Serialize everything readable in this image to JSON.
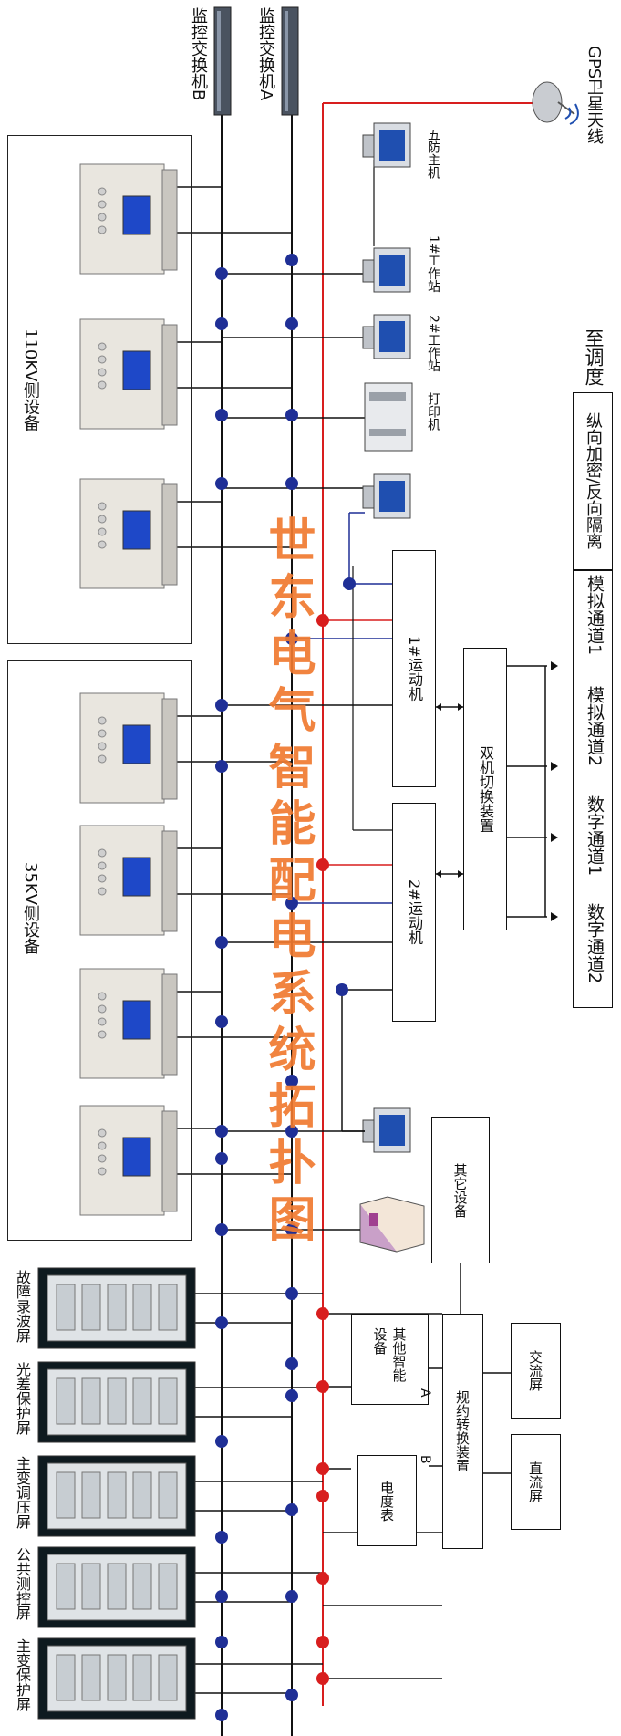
{
  "switches": {
    "switch_b": "监控交换机B",
    "switch_a": "监控交换机A"
  },
  "gps": "GPS卫星天线",
  "workstations": {
    "wufang": "五防主机",
    "ws1": "1#工作站",
    "ws2": "2#工作站",
    "printer": "打印机"
  },
  "dispatch": {
    "title": "至调度",
    "isolation": "纵向加密/反向隔离",
    "channels": [
      "模拟通道1",
      "模拟通道2",
      "数字通道1",
      "数字通道2"
    ]
  },
  "groups": {
    "kv110": "110KV侧设备",
    "kv35": "35KV侧设备"
  },
  "devices": {
    "rtu1": "1#运动机",
    "rtu2": "2#运动机",
    "dual_switch": "双机切换装置",
    "other": "其它设备",
    "protocol": "规约转换装置",
    "smart": "其他智能设备",
    "meter": "电度表",
    "ac": "交流屏",
    "dc": "直流屏",
    "port_a": "A",
    "port_b": "B"
  },
  "panels": [
    "故障录波屏",
    "光差保护屏",
    "主变调压屏",
    "公共测控屏",
    "主变保护屏"
  ],
  "watermark": "世东电气智能配电系统拓扑图",
  "colors": {
    "red_bus": "#d81e1e",
    "blue_dot": "#1f2f96",
    "line": "#111111",
    "watermark": "#f07a30"
  }
}
